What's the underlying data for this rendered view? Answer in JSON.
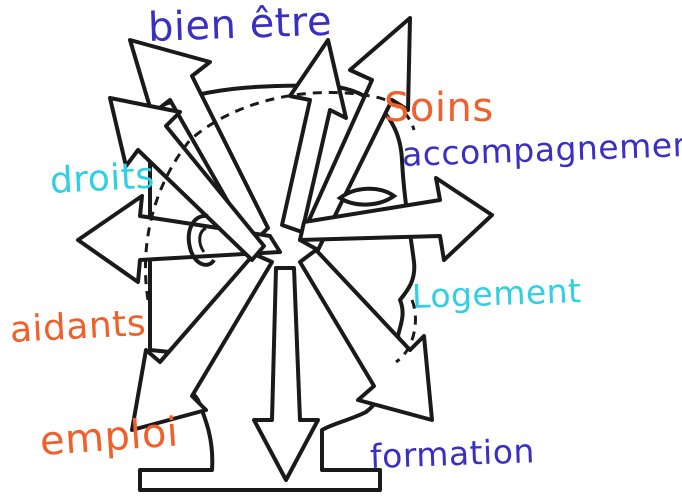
{
  "labels": {
    "bien_etre": "bien être",
    "soins": "Soins",
    "accompagnement": "accompagnement",
    "droits": "droits",
    "logement": "Logement",
    "aidants": "aidants",
    "emploi": "emploi",
    "formation": "formation"
  },
  "colors": {
    "blue": "#3a2fc4",
    "orange": "#f0602a",
    "cyan": "#2fd0e6",
    "ink": "#1a1a1a"
  }
}
